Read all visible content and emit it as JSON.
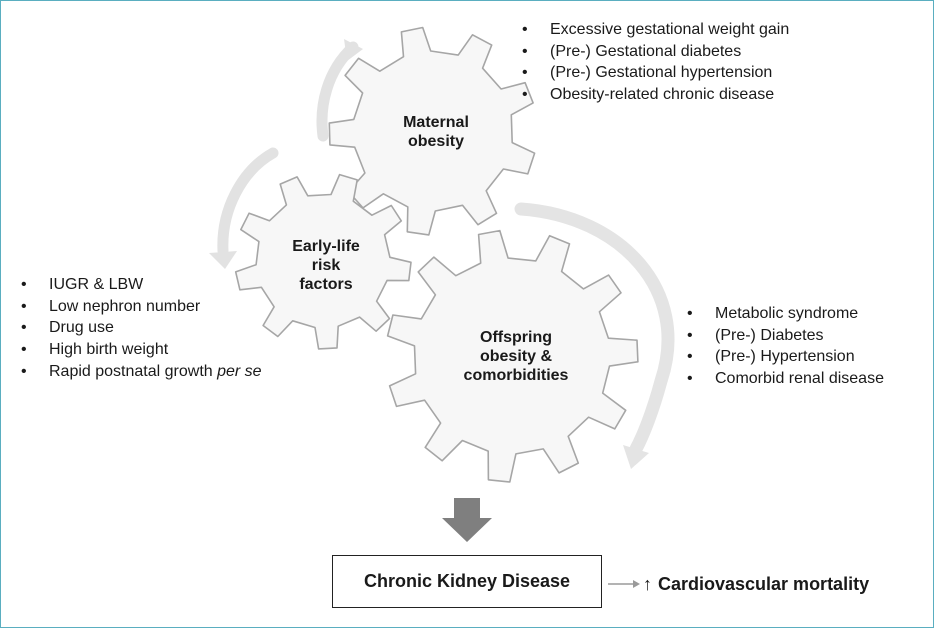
{
  "gears": {
    "maternal": {
      "line1": "Maternal",
      "line2": "obesity"
    },
    "early_life": {
      "line1": "Early-life",
      "line2": "risk",
      "line3": "factors"
    },
    "offspring": {
      "line1": "Offspring",
      "line2": "obesity &",
      "line3": "comorbidities"
    }
  },
  "maternal_factors": [
    "Excessive gestational weight gain",
    "(Pre-) Gestational diabetes",
    "(Pre-) Gestational hypertension",
    "Obesity-related chronic disease"
  ],
  "early_life_factors": [
    {
      "text": "IUGR & LBW"
    },
    {
      "text": "Low nephron number"
    },
    {
      "text": "Drug use"
    },
    {
      "text": "High birth weight"
    },
    {
      "text": "Rapid postnatal growth ",
      "emphasis": "per se"
    }
  ],
  "offspring_conditions": [
    "Metabolic syndrome",
    "(Pre-) Diabetes",
    "(Pre-) Hypertension",
    "Comorbid renal disease"
  ],
  "outcome": {
    "ckd_label": "Chronic Kidney Disease",
    "cv_arrow": "↑",
    "cv_label": "Cardiovascular mortality"
  },
  "colors": {
    "gear_fill": "#f7f7f7",
    "gear_stroke": "#a6a6a6",
    "cycle_arrow": "#dedede",
    "down_arrow": "#7f7f7f",
    "frame_border": "#5aaec0"
  }
}
